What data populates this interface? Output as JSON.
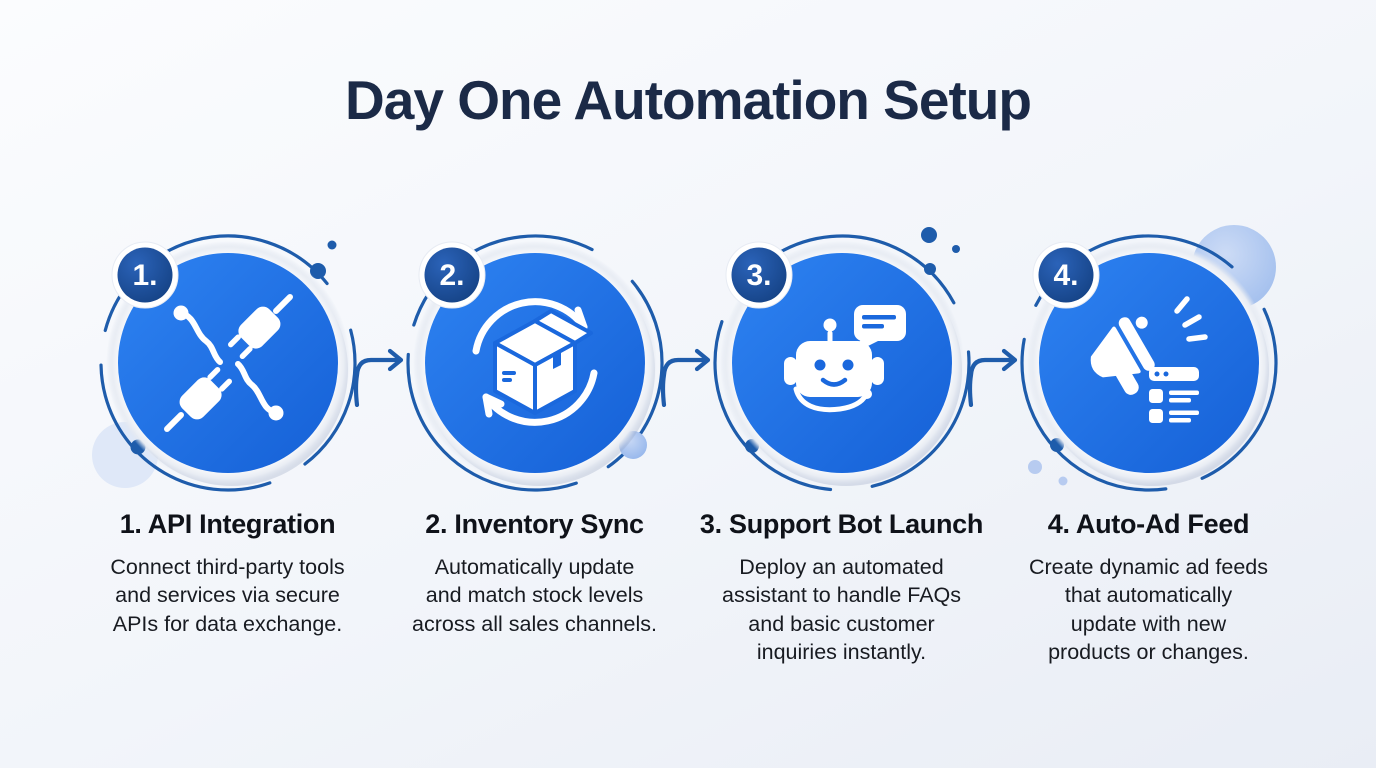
{
  "title": "Day One Automation Setup",
  "colors": {
    "circle_blue": "#1b6fe4",
    "ring_blue": "#1e5cab",
    "badge_navy": "#16488e",
    "accent_light_blue": "#a9c4ef",
    "title_color": "#1b2a47",
    "text_color": "#181b21",
    "background": "#f2f5fa",
    "icon_white": "#ffffff"
  },
  "steps": [
    {
      "badge": "1.",
      "icon": "plug-connection-icon",
      "heading": "1. API Integration",
      "description": "Connect third-party tools\nand services via secure\nAPIs for data exchange."
    },
    {
      "badge": "2.",
      "icon": "package-sync-icon",
      "heading": "2. Inventory Sync",
      "description": "Automatically update\nand match stock levels\nacross all sales channels."
    },
    {
      "badge": "3.",
      "icon": "support-bot-icon",
      "heading": "3. Support Bot Launch",
      "description": "Deploy an automated\nassistant to handle FAQs\nand basic customer\ninquiries instantly."
    },
    {
      "badge": "4.",
      "icon": "megaphone-feed-icon",
      "heading": "4. Auto-Ad Feed",
      "description": "Create dynamic ad feeds\nthat automatically\nupdate with new\nproducts or changes."
    }
  ]
}
